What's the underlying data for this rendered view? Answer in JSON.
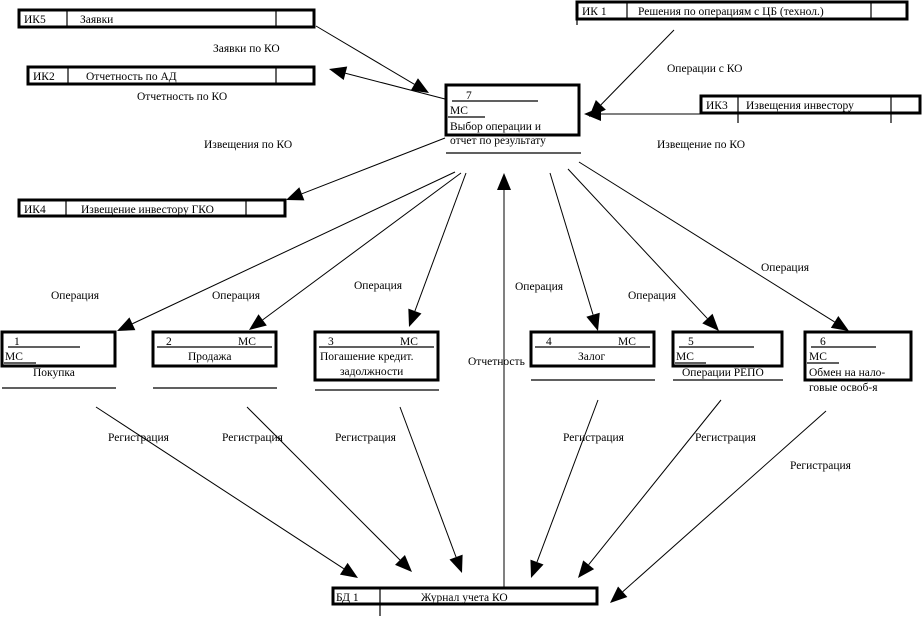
{
  "stores": {
    "ik5": {
      "id": "ИК5",
      "name": "Заявки"
    },
    "ik1": {
      "id": "ИК 1",
      "name": "Решения по операциям с ЦБ (технол.)"
    },
    "ik2": {
      "id": "ИК2",
      "name": "Отчетность по АД"
    },
    "ik3": {
      "id": "ИК3",
      "name": "Извещения инвестору"
    },
    "ik4": {
      "id": "ИК4",
      "name": "Извещение инвестору ГКО"
    },
    "bd1": {
      "id": "БД 1",
      "name": "Журнал учета КО"
    }
  },
  "processes": {
    "p7": {
      "number": "7",
      "owner": "МС",
      "line1": "Выбор операции и",
      "line2": "отчет по результату"
    },
    "p1": {
      "number": "1",
      "owner": "МС",
      "name": "Покупка"
    },
    "p2": {
      "number": "2",
      "owner": "МС",
      "name": "Продажа"
    },
    "p3": {
      "number": "3",
      "owner": "МС",
      "line1": "Погашение кредит.",
      "line2": "задолжности"
    },
    "p4": {
      "number": "4",
      "owner": "МС",
      "name": "Залог"
    },
    "p5": {
      "number": "5",
      "owner": "МС",
      "name": "Операции РЕПО"
    },
    "p6": {
      "number": "6",
      "owner": "МС",
      "line1": "Обмен на нало-",
      "line2": "говые освоб-я"
    }
  },
  "flows": {
    "zayavki_ko": "Заявки по КО",
    "otchetnost_ko": "Отчетность по КО",
    "operacii_ko": "Операции с КО",
    "izvesheniya_ko": "Извещения по КО",
    "izveshenie_ko": "Извещение по КО",
    "operaciya": "Операция",
    "otchetnost": "Отчетность",
    "registraciya": "Регистрация"
  }
}
